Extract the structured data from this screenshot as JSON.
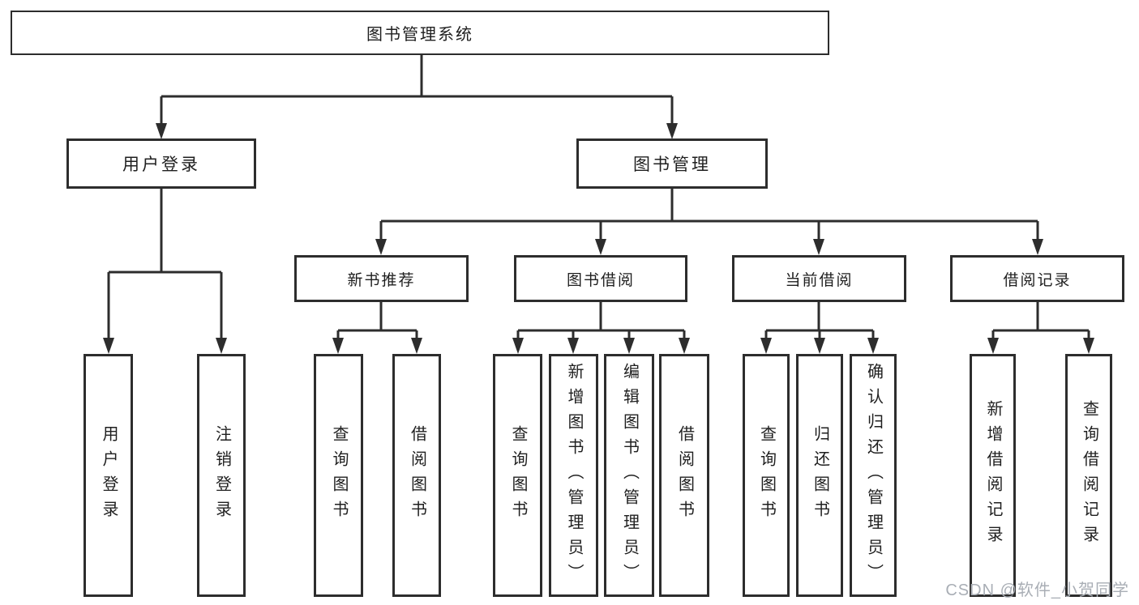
{
  "diagram": {
    "root": {
      "label": "图书管理系统"
    },
    "branches": [
      {
        "label": "用户登录",
        "children": [
          {
            "label": "用户登录"
          },
          {
            "label": "注销登录"
          }
        ]
      },
      {
        "label": "图书管理",
        "children": [
          {
            "label": "新书推荐",
            "children": [
              {
                "label": "查询图书"
              },
              {
                "label": "借阅图书"
              }
            ]
          },
          {
            "label": "图书借阅",
            "children": [
              {
                "label": "查询图书"
              },
              {
                "label": "新增图书（管理员）"
              },
              {
                "label": "编辑图书（管理员）"
              },
              {
                "label": "借阅图书"
              }
            ]
          },
          {
            "label": "当前借阅",
            "children": [
              {
                "label": "查询图书"
              },
              {
                "label": "归还图书"
              },
              {
                "label": "确认归还（管理员）"
              }
            ]
          },
          {
            "label": "借阅记录",
            "children": [
              {
                "label": "新增借阅记录"
              },
              {
                "label": "查询借阅记录"
              }
            ]
          }
        ]
      }
    ]
  },
  "watermark": {
    "text": "CSDN @软件_小贺同学"
  },
  "colors": {
    "line": "#2d2d2d",
    "text": "#1f1f1f",
    "watermark": "#a9aeb5",
    "background": "#ffffff"
  }
}
